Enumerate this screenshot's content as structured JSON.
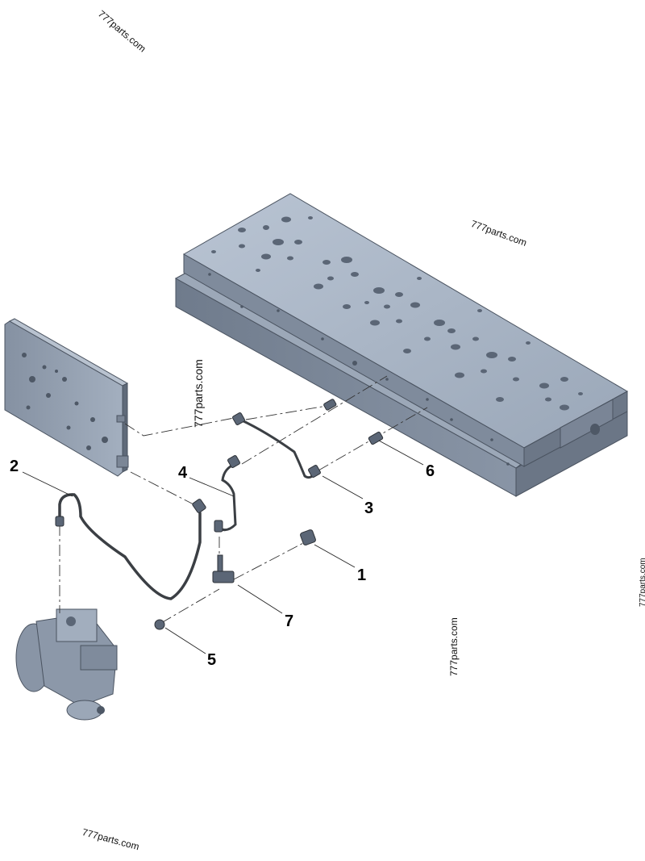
{
  "watermark": "777parts.com",
  "callouts": {
    "c1": "1",
    "c2": "2",
    "c3": "3",
    "c4": "4",
    "c5": "5",
    "c6": "6",
    "c7": "7"
  },
  "colors": {
    "steel_top": "#aab6c6",
    "steel_side": "#7d8a9b",
    "steel_dark": "#58626f",
    "tube": "#3b3f44",
    "holes": "#5b6676"
  }
}
